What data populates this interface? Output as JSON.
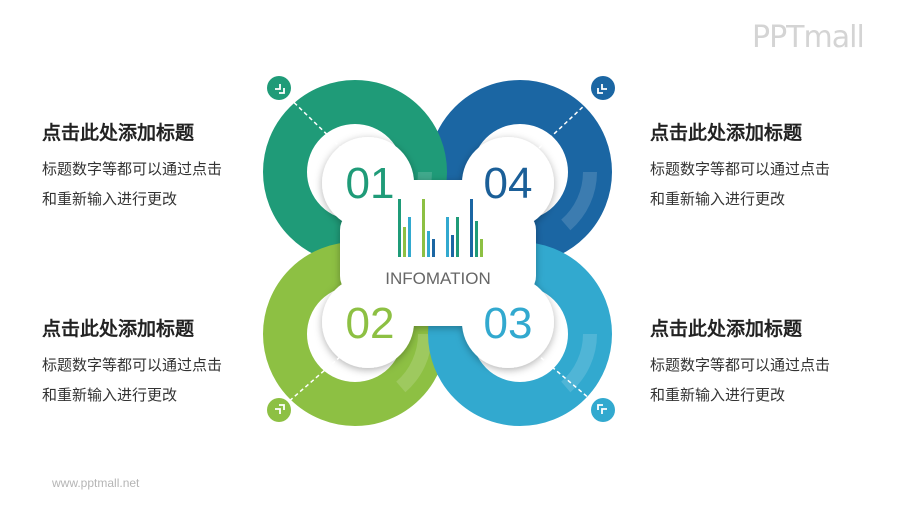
{
  "logo": "PPTmall",
  "footer": "www.pptmall.net",
  "center_label": "INFOMATION",
  "items": [
    {
      "num": "01",
      "title": "点击此处添加标题",
      "line1": "标题数字等都可以通过点击",
      "line2": "和重新输入进行更改",
      "color": "#1f9b78"
    },
    {
      "num": "02",
      "title": "点击此处添加标题",
      "line1": "标题数字等都可以通过点击",
      "line2": "和重新输入进行更改",
      "color": "#8dc043"
    },
    {
      "num": "03",
      "title": "点击此处添加标题",
      "line1": "标题数字等都可以通过点击",
      "line2": "和重新输入进行更改",
      "color": "#32a9cf"
    },
    {
      "num": "04",
      "title": "点击此处添加标题",
      "line1": "标题数字等都可以通过点击",
      "line2": "和重新输入进行更改",
      "color": "#1b66a3"
    }
  ]
}
